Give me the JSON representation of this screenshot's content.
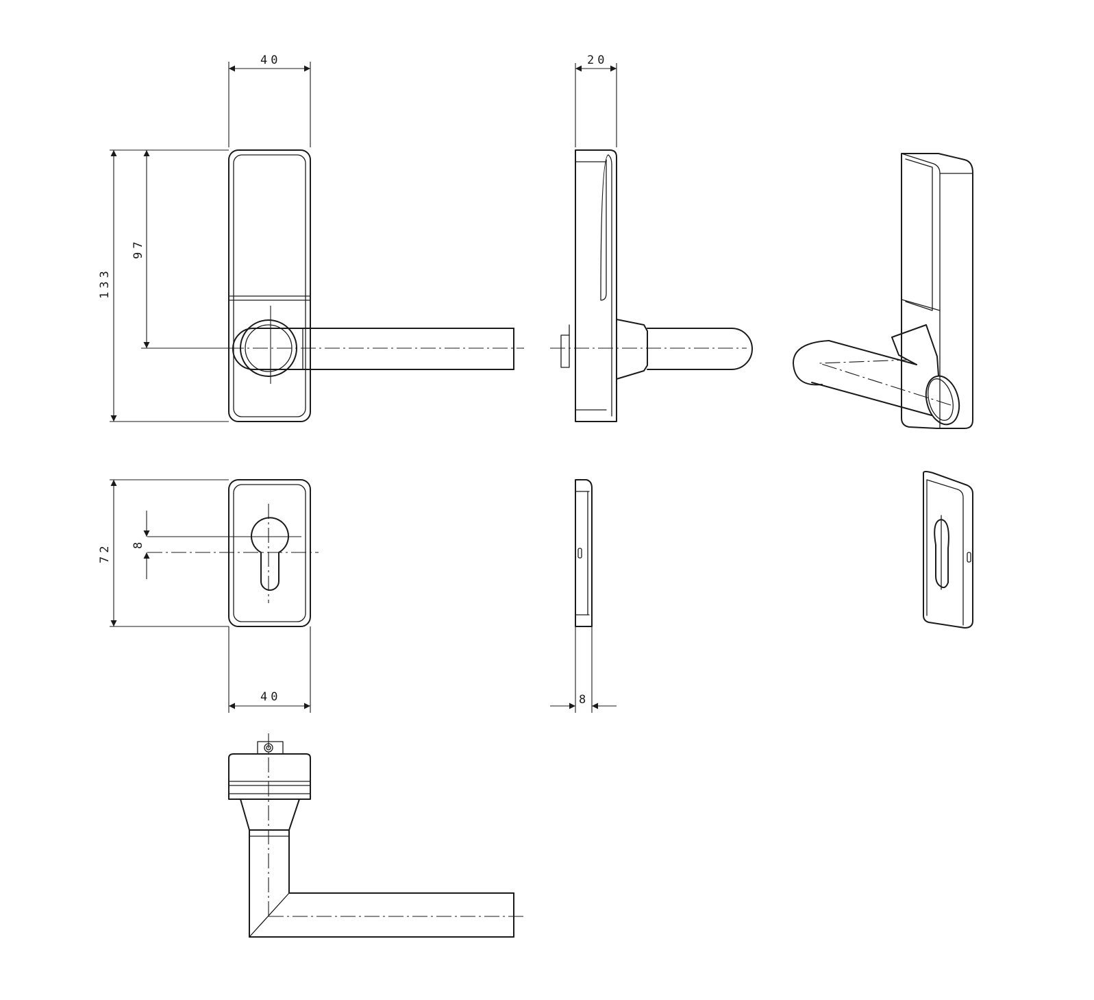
{
  "drawing": {
    "dimensions": {
      "front_width": "40",
      "side_depth": "20",
      "overall_height": "133",
      "axis_height": "97",
      "escutcheon_height": "72",
      "cylinder_offset": "8",
      "escutcheon_width": "40",
      "escutcheon_thickness": "8"
    }
  }
}
